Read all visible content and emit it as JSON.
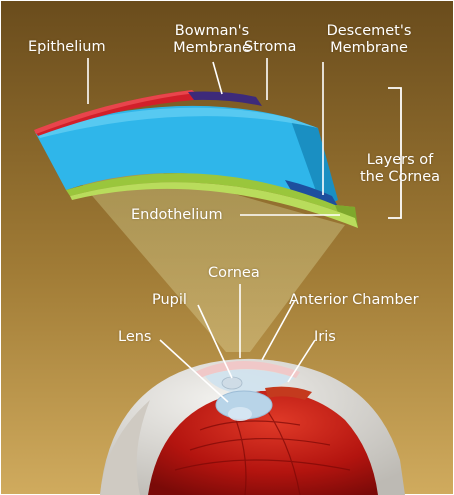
{
  "labels": {
    "epithelium": "Epithelium",
    "bowmans_line1": "Bowman's",
    "bowmans_line2": "Membrane",
    "stroma": "Stroma",
    "descemets_line1": "Descemet's",
    "descemets_line2": "Membrane",
    "layers_line1": "Layers of",
    "layers_line2": "the Cornea",
    "endothelium": "Endothelium",
    "cornea": "Cornea",
    "pupil": "Pupil",
    "anterior_chamber": "Anterior Chamber",
    "lens": "Lens",
    "iris": "Iris"
  },
  "colors": {
    "background_top": "#6d4f1e",
    "background_bottom": "#c9a253",
    "epithelium": "#d11f2a",
    "bowmans_membrane": "#3d2a7a",
    "stroma_top": "#2fb6ea",
    "stroma_side": "#1a8fc2",
    "descemets_membrane": "#1d4f9e",
    "endothelium": "#9ac63c",
    "eye_red": "#b3140f",
    "sclera": "#e4e2de",
    "lens": "#b8d4e8",
    "leader_lines": "#ffffff"
  }
}
